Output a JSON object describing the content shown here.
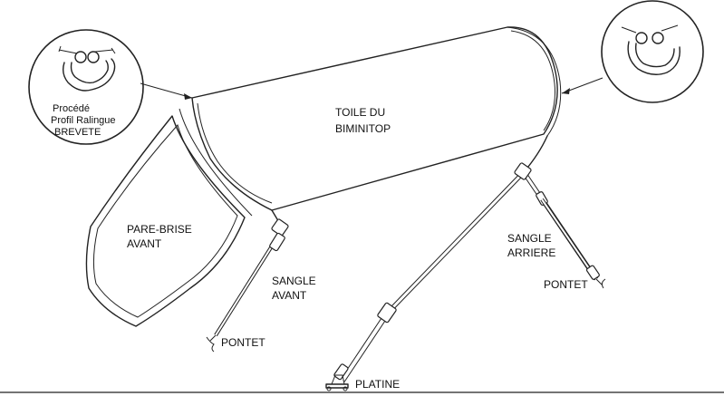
{
  "labels": {
    "process_line1": "Procédé",
    "process_line2": "Profil Ralingue",
    "process_line3": "BREVETE",
    "canvas_line1": "TOILE DU",
    "canvas_line2": "BIMINITOP",
    "windshield_line1": "PARE-BRISE",
    "windshield_line2": "AVANT",
    "strap_front_line1": "SANGLE",
    "strap_front_line2": "AVANT",
    "strap_rear_line1": "SANGLE",
    "strap_rear_line2": "ARRIERE",
    "eyelet_front": "PONTET",
    "eyelet_rear": "PONTET",
    "deck_plate": "PLATINE"
  },
  "icons": {
    "left_detail": "boltrope-profile-detail",
    "right_detail": "boltrope-profile-detail"
  }
}
